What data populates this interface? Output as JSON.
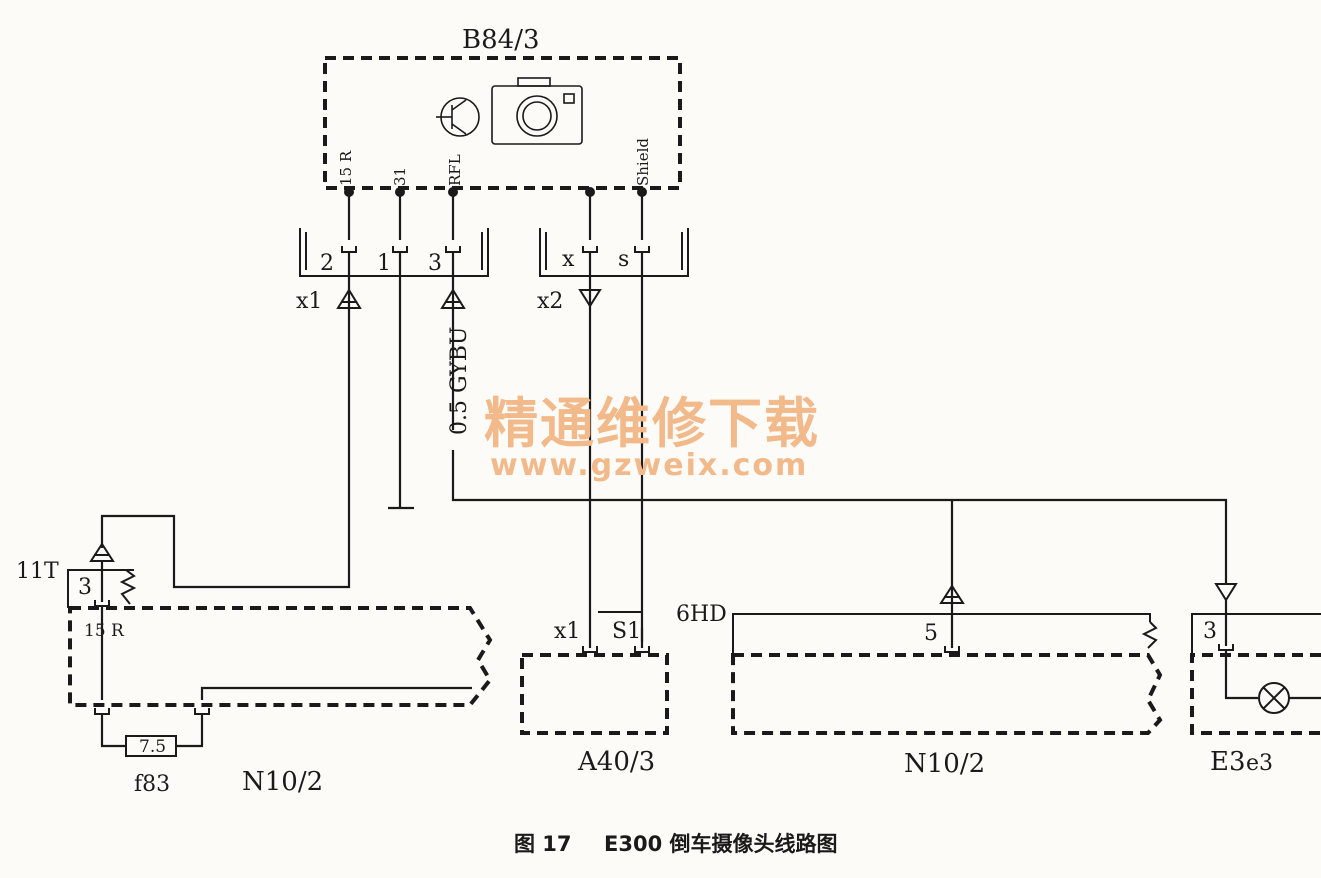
{
  "components": {
    "camera": "B84/3",
    "control_left": "N10/2",
    "control_right": "N10/2",
    "display": "A40/3",
    "lamp": "E3",
    "lamp_sub": "e3",
    "fuse": "f83",
    "fuse_value": "7.5"
  },
  "camera_pins": {
    "p1": "15 R",
    "p2": "31",
    "p3": "RFL",
    "p4": "Shield"
  },
  "connectors": {
    "x1_label": "x1",
    "x1_pins": [
      "2",
      "1",
      "3"
    ],
    "x2_label": "x2",
    "x2_pins": [
      "x",
      "s"
    ]
  },
  "wire_label": "0.5 GYBU",
  "left_module": {
    "ref": "11T",
    "pin": "3",
    "terminal": "15 R"
  },
  "display_pins": {
    "a": "x1",
    "b": "S1"
  },
  "right_module": {
    "ref": "6HD",
    "pin": "5"
  },
  "lamp_pin": "3",
  "watermark": {
    "cn": "精通维修下载",
    "url": "www.gzweix.com"
  },
  "caption": {
    "fig": "图 17",
    "title": "E300 倒车摄像头线路图"
  }
}
